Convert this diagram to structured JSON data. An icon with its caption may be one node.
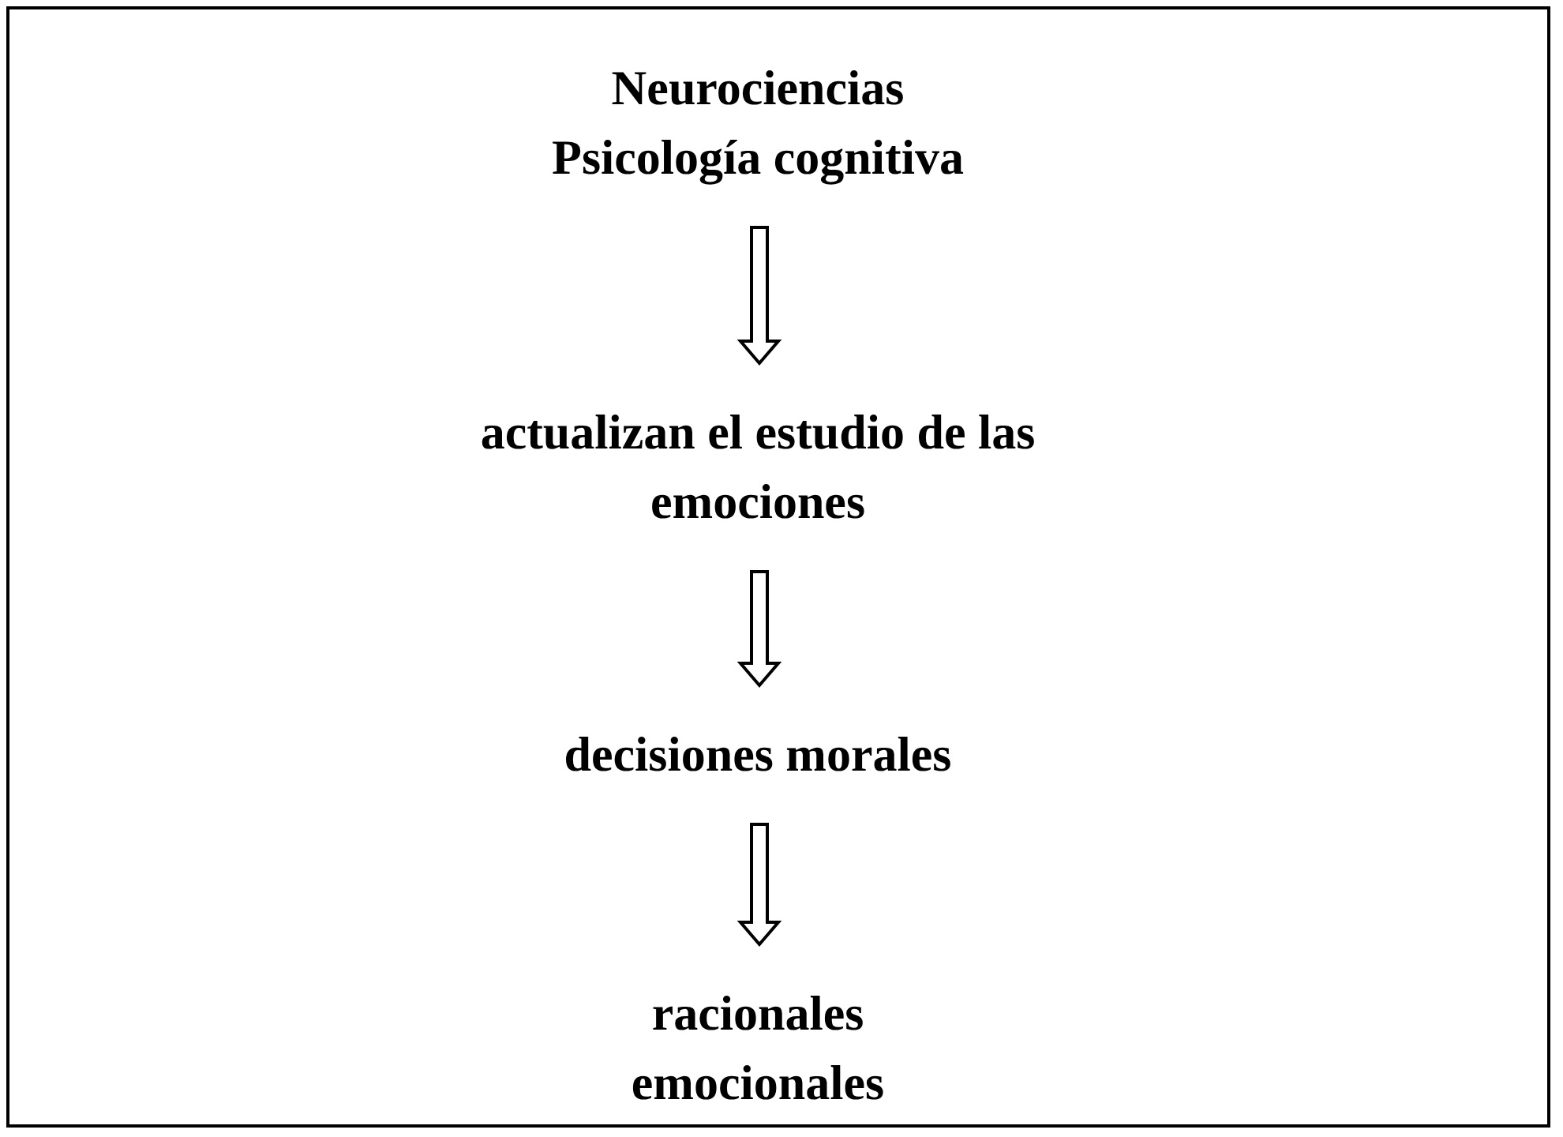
{
  "diagram": {
    "nodes": [
      {
        "text": [
          "Neurociencias",
          "Psicología cognitiva"
        ]
      },
      {
        "text": [
          "actualizan el estudio de las emociones"
        ]
      },
      {
        "text": [
          "decisiones morales"
        ]
      },
      {
        "text": [
          "racionales",
          "emocionales"
        ]
      }
    ],
    "edges": [
      {
        "from": 0,
        "to": 1,
        "arrow": "to"
      },
      {
        "from": 1,
        "to": 2,
        "arrow": "to"
      },
      {
        "from": 2,
        "to": 3,
        "arrow": "to"
      }
    ]
  }
}
